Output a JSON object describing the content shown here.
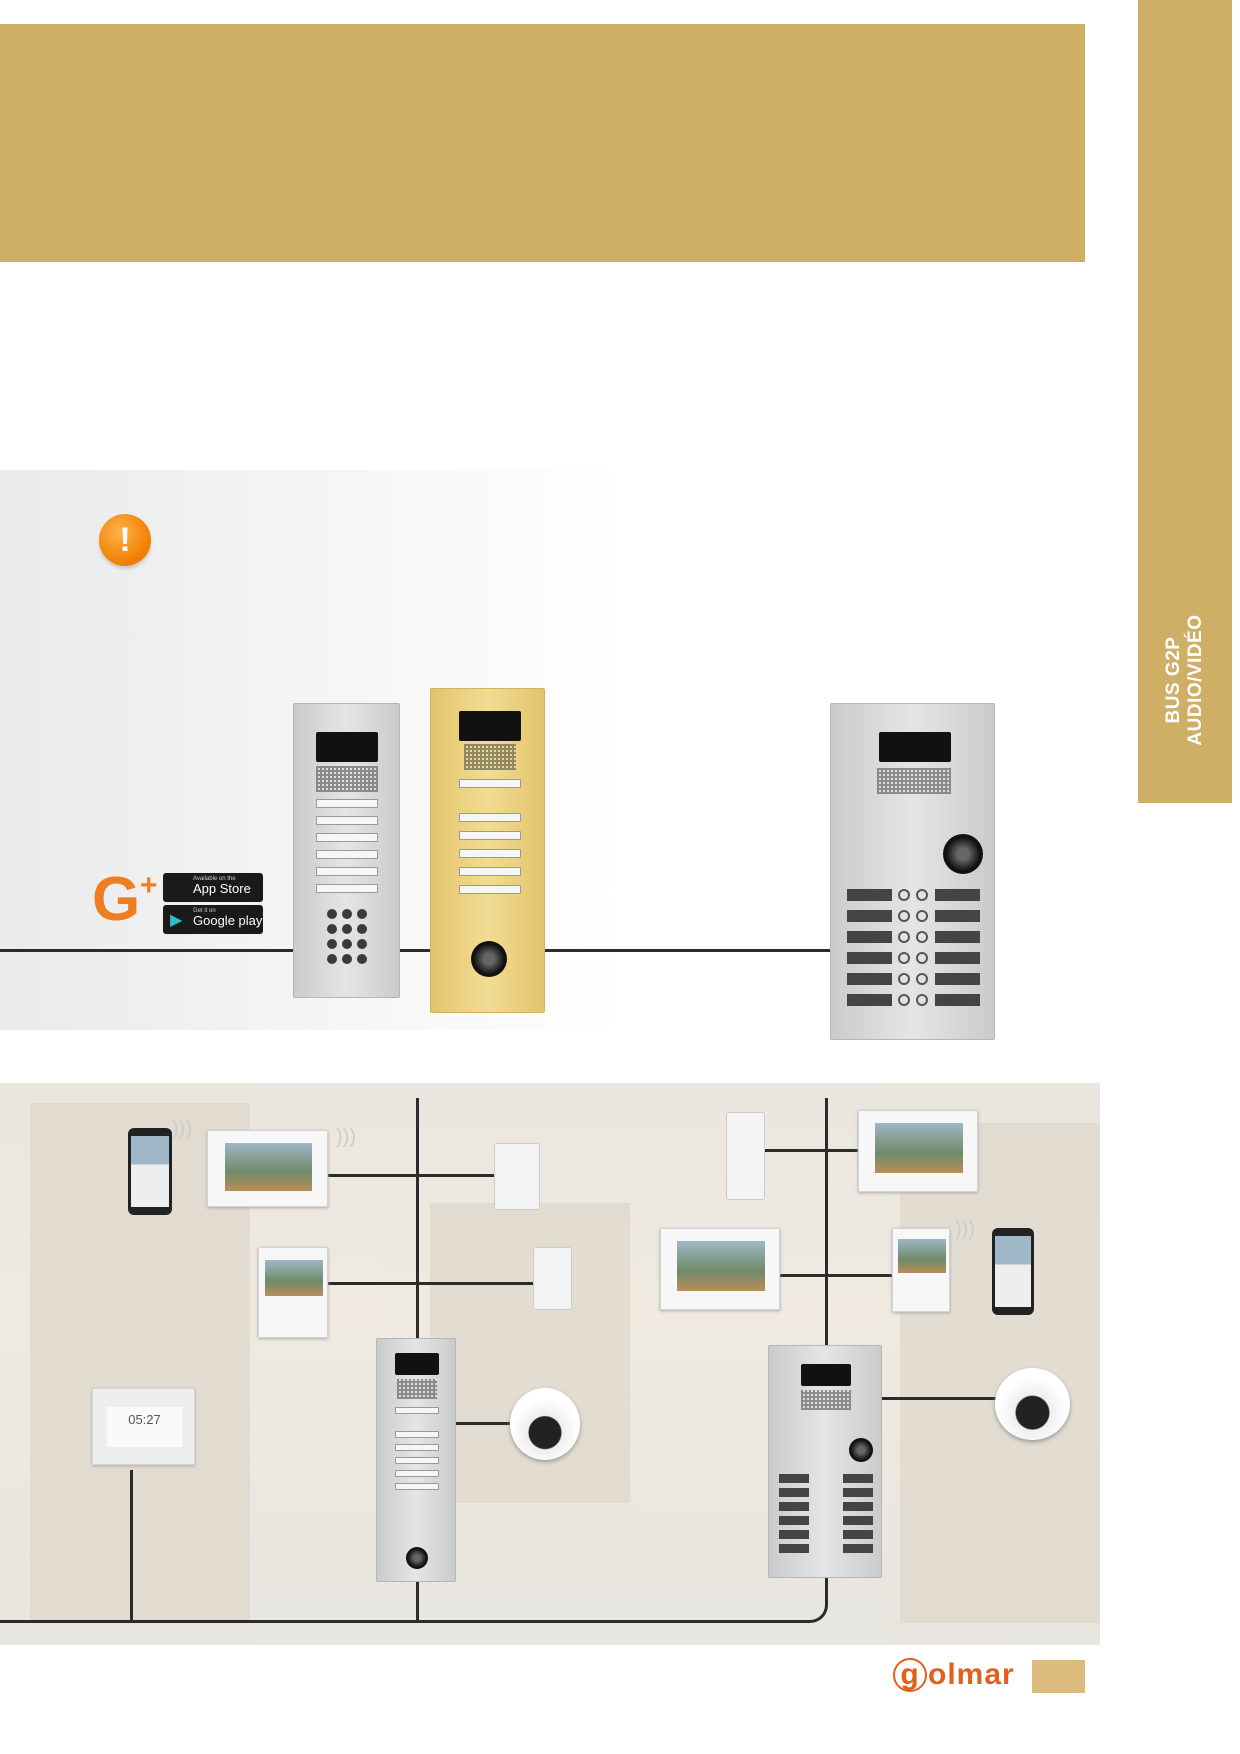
{
  "side_tab": {
    "line1": "BUS G2P",
    "line2": "AUDIO/VIDÉO"
  },
  "warning_icon": "!",
  "app": {
    "logo": "G",
    "plus": "+",
    "appstore_small": "Available on the",
    "appstore_big": "App Store",
    "google_small": "Get it on",
    "google_big": "Google play"
  },
  "monitor_clock": "05:27",
  "footer": {
    "brand": "golmar",
    "brand_initial": "g",
    "brand_rest": "olmar"
  },
  "colors": {
    "gold": "#cfae65",
    "orange": "#ef7d22",
    "page_box": "#dcbb7f"
  }
}
